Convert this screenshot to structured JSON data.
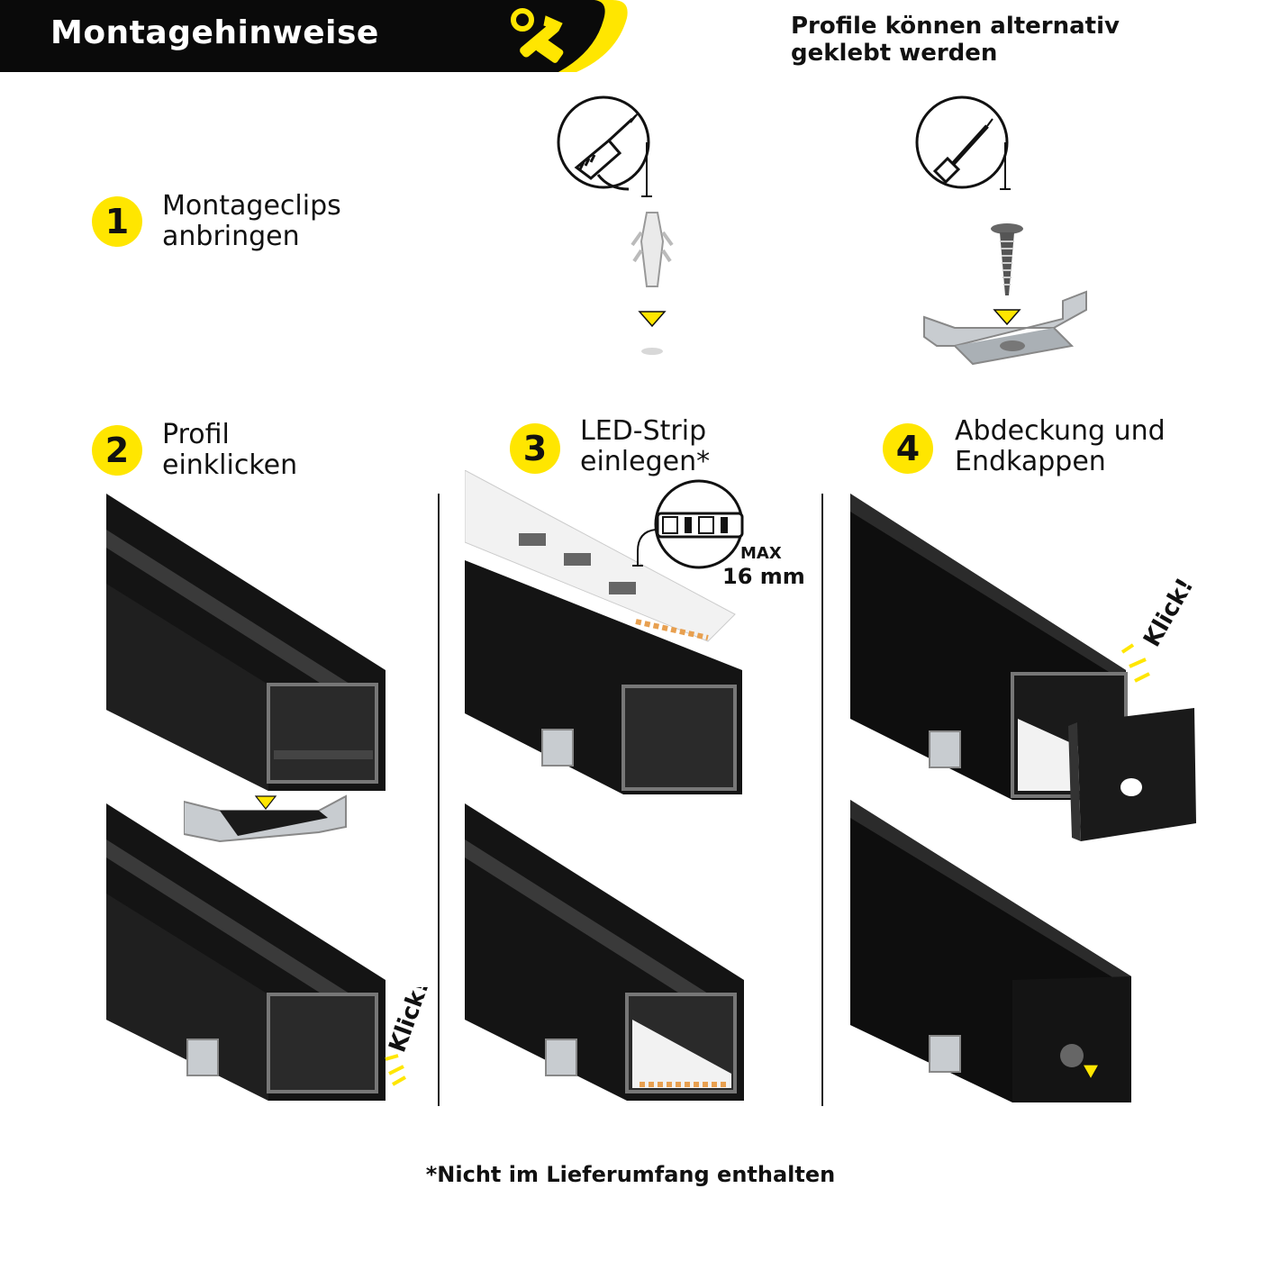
{
  "header": {
    "title": "Montagehinweise",
    "bar_color": "#0a0a0a",
    "accent_color": "#ffe600"
  },
  "alternative_note": {
    "line1": "Profile können alternativ",
    "line2": "geklebt werden"
  },
  "steps": [
    {
      "number": "1",
      "line1": "Montageclips",
      "line2": "anbringen"
    },
    {
      "number": "2",
      "line1": "Profil",
      "line2": "einklicken"
    },
    {
      "number": "3",
      "line1": "LED-Strip",
      "line2": "einlegen*"
    },
    {
      "number": "4",
      "line1": "Abdeckung und",
      "line2": "Endkappen"
    }
  ],
  "strip_spec": {
    "max_label": "MAX",
    "size": "16 mm"
  },
  "klick_label": "Klick!",
  "footnote": "*Nicht im Lieferumfang enthalten",
  "icons": [
    "drill-icon",
    "screwdriver-icon",
    "tools-icon"
  ]
}
